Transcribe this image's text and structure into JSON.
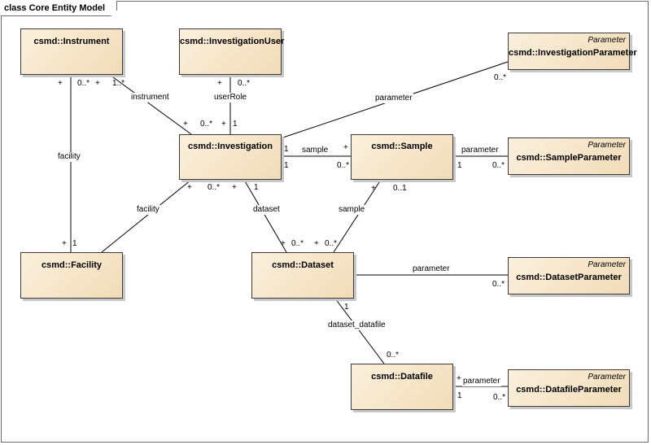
{
  "diagram": {
    "title": "class Core Entity Model"
  },
  "classes": {
    "instrument": {
      "name": "csmd::Instrument",
      "stereotype": ""
    },
    "investigation_user": {
      "name": "csmd::InvestigationUser",
      "stereotype": ""
    },
    "investigation_parameter": {
      "name": "csmd::InvestigationParameter",
      "stereotype": "Parameter"
    },
    "investigation": {
      "name": "csmd::Investigation",
      "stereotype": ""
    },
    "sample": {
      "name": "csmd::Sample",
      "stereotype": ""
    },
    "sample_parameter": {
      "name": "csmd::SampleParameter",
      "stereotype": "Parameter"
    },
    "facility": {
      "name": "csmd::Facility",
      "stereotype": ""
    },
    "dataset": {
      "name": "csmd::Dataset",
      "stereotype": ""
    },
    "dataset_parameter": {
      "name": "csmd::DatasetParameter",
      "stereotype": "Parameter"
    },
    "datafile": {
      "name": "csmd::Datafile",
      "stereotype": ""
    },
    "datafile_parameter": {
      "name": "csmd::DatafileParameter",
      "stereotype": "Parameter"
    }
  },
  "labels": {
    "instrument": "instrument",
    "user_role": "userRole",
    "parameter_investigation": "parameter",
    "facility_instrument": "facility",
    "sample": "sample",
    "parameter_sample": "parameter",
    "facility_investigation": "facility",
    "dataset": "dataset",
    "sample_dataset": "sample",
    "parameter_dataset": "parameter",
    "dataset_datafile": "dataset_datafile",
    "parameter_datafile": "parameter"
  },
  "multiplicities": {
    "instr_plus_a": "+",
    "instr_zero_many": "0..*",
    "instr_plus_b": "+",
    "instr_one_many": "1..*",
    "iuser_plus": "+",
    "iuser_zero_many": "0..*",
    "inv_plus_a": "+",
    "inv_zero_many_a": "0..*",
    "inv_plus_b": "+",
    "inv_one_a": "1",
    "invparam_zero_many": "0..*",
    "inv_one_sample": "1",
    "sample_plus": "+",
    "inv_one_b": "1",
    "sample_zero_many": "0..*",
    "sample_one": "1",
    "sampleparam_zero_many": "0..*",
    "inv_plus_c": "+",
    "inv_zero_many_b": "0..*",
    "inv_plus_d": "+",
    "inv_one_c": "1",
    "sample_plus_b": "+",
    "sample_zero_one": "0..1",
    "facility_plus": "+",
    "facility_one": "1",
    "dataset_plus_a": "+",
    "dataset_zero_many_a": "0..*",
    "dataset_plus_b": "+",
    "dataset_zero_many_b": "0..*",
    "datasetparam_zero_many": "0..*",
    "dataset_one": "1",
    "datafile_zero_many": "0..*",
    "datafile_plus": "+",
    "datafile_one": "1",
    "datafileparam_zero_many": "0..*"
  },
  "colors": {
    "class_fill_light": "#fbf0dd",
    "class_fill_dark": "#f1dcb8",
    "line": "#000000"
  }
}
